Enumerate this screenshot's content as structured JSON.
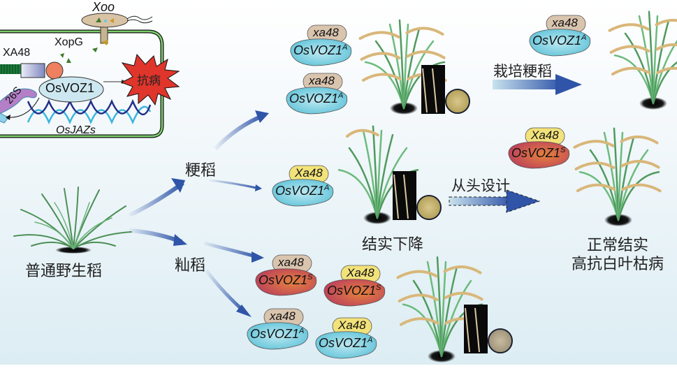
{
  "colors": {
    "arrow_blue": "#2f54a8",
    "cell_wall_green": "#4caf50",
    "burst_red": "#e0352b",
    "allele_a_blue": "#7fd0e0",
    "allele_s_red": "#c8485a",
    "xa48_tan": "#d9c4ae",
    "Xa48_yellow": "#f2e27a",
    "rice_green": "#5aa86a",
    "panicle_tan": "#d9b77a"
  },
  "cell_panel": {
    "pathogen_label": "Xoo",
    "effector_label": "XopG",
    "receptor_label": "XA48",
    "tf_label": "OsVOZ1",
    "proteasome_label": "26S",
    "target_gene_label": "OsJAZs",
    "outcome_label": "抗病"
  },
  "wild_rice": {
    "label": "普通野生稻"
  },
  "subspecies": {
    "japonica": "粳稻",
    "indica": "籼稻"
  },
  "genotypes": {
    "japonica_top_1": {
      "receptor": "xa48",
      "tf": "OsVOZ1",
      "allele": "A"
    },
    "japonica_top_2": {
      "receptor": "xa48",
      "tf": "OsVOZ1",
      "allele": "A"
    },
    "japonica_mid": {
      "receptor": "Xa48",
      "tf": "OsVOZ1",
      "allele": "A"
    },
    "cultivated": {
      "receptor": "xa48",
      "tf": "OsVOZ1",
      "allele": "A"
    },
    "designed": {
      "receptor": "Xa48",
      "tf": "OsVOZ1",
      "allele": "S"
    },
    "indica_1": {
      "receptor": "xa48",
      "tf": "OsVOZ1",
      "allele": "S"
    },
    "indica_2": {
      "receptor": "Xa48",
      "tf": "OsVOZ1",
      "allele": "S"
    },
    "indica_3": {
      "receptor": "xa48",
      "tf": "OsVOZ1",
      "allele": "A"
    },
    "indica_4": {
      "receptor": "Xa48",
      "tf": "OsVOZ1",
      "allele": "A"
    }
  },
  "labels": {
    "cultivate_japonica": "栽培粳稻",
    "reduced_seed_set": "结实下降",
    "de_novo_design": "从头设计",
    "normal_seed_set": "正常结实",
    "high_resistance": "高抗白叶枯病"
  }
}
